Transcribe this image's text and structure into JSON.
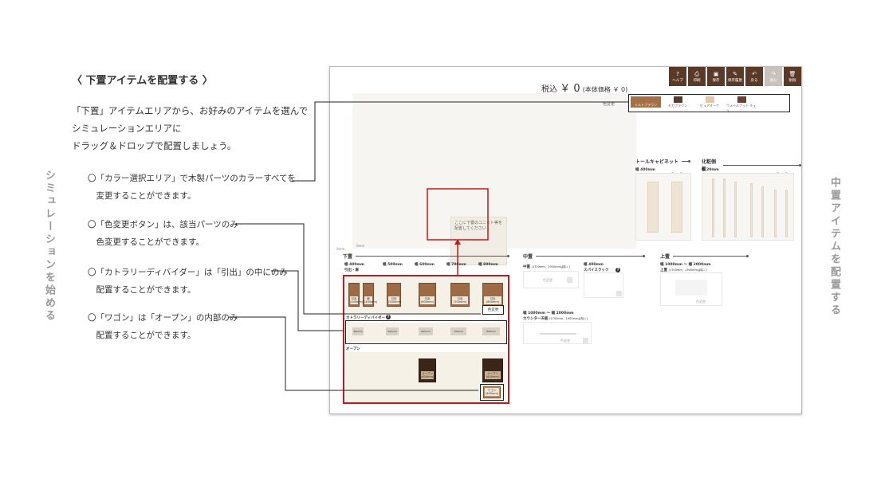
{
  "guide": {
    "title": "〈 下置アイテムを配置する 〉",
    "intro": [
      "「下置」アイテムエリアから、お好みのアイテムを選んで",
      "シミュレーションエリアに",
      "ドラッグ＆ドロップで配置しましょう。"
    ],
    "notes": [
      [
        "〇「カラー選択エリア」で木製パーツのカラーすべてを",
        "　変更することができます。"
      ],
      [
        "〇「色変更ボタン」は、該当パーツのみ",
        "　色変更することができます。"
      ],
      [
        "〇「カトラリーディバイダー」は「引出」の中にのみ",
        "　配置することができます。"
      ],
      [
        "〇「ワゴン」は「オープン」の内部のみ",
        "　配置することができます。"
      ]
    ],
    "side_left": "シミュレーションを始める",
    "side_right": "中置アイテムを配置する"
  },
  "toolbar": [
    {
      "icon": "?",
      "label": "ヘルプ",
      "name": "help",
      "disabled": false
    },
    {
      "icon": "⎙",
      "label": "印刷",
      "name": "print",
      "disabled": false
    },
    {
      "icon": "▣",
      "label": "保存",
      "name": "save",
      "disabled": false
    },
    {
      "icon": "✎",
      "label": "保存履歴",
      "name": "history",
      "disabled": false
    },
    {
      "icon": "↶",
      "label": "戻る",
      "name": "undo",
      "disabled": false
    },
    {
      "icon": "↷",
      "label": "進む",
      "name": "redo",
      "disabled": true
    },
    {
      "icon": "🗑",
      "label": "削除",
      "name": "delete",
      "disabled": false
    }
  ],
  "price": {
    "prefix": "税込",
    "amount": "￥ 0",
    "excl": "(本体価格 ￥ 0)"
  },
  "color_label": "色変更",
  "colors": [
    {
      "label": "ミルトブラウン",
      "color": "#a47046"
    },
    {
      "label": "モカブラウン",
      "color": "#5a3a27"
    },
    {
      "label": "ピュアオーク",
      "color": "#e2c9a0"
    },
    {
      "label": "ウォールナット チェリ",
      "color": "#6b3f2a"
    }
  ],
  "drop_zone": "ここに下置のユニット等を配置してください",
  "mm_left": "0mm",
  "mm_right": "0mm",
  "lower": {
    "title": "下置",
    "widths": [
      "幅 400mm",
      "幅 500mm",
      "幅 600mm",
      "幅 700mm",
      "幅 800mm"
    ],
    "cat_drawer": "引出・扉",
    "drawers": [
      "引出 (400mm)",
      "扉 (400mm)",
      "引出 (500mm)",
      "引出 (600mm)",
      "引出 (700mm)",
      "引出 (800mm)"
    ],
    "change_btn": "色変更",
    "cat_cutlery": "カトラリーディバイダー",
    "cutlery": [
      "400mm",
      "500mm",
      "600mm",
      "700mm",
      "800mm"
    ],
    "cat_open": "オープン",
    "open_items": [
      "オープン (600mm)",
      "オープン (800mm)"
    ],
    "wagon": "ワゴン (800mm)"
  },
  "middle": {
    "title": "中置",
    "sub1": "中置",
    "sub1_note": "(1700mm、1900mmは除く)",
    "spice_w": "幅 400mm",
    "spice": "スパイスラック",
    "counter_range": "幅 1000mm 〜 幅 2000mm",
    "counter": "カウンター天板",
    "counter_note": "(1700mm、1900mmは除く)",
    "color_change": "色変更"
  },
  "upper": {
    "title": "上置",
    "range": "幅 1000mm 〜 幅 2000mm",
    "sub": "上置",
    "note": "(1700mm、1900mmは除く)",
    "color_change": "色変更"
  },
  "tall": {
    "title": "トールキャビネット",
    "width": "幅 400mm",
    "check": "チェック"
  },
  "vanity": {
    "title": "化粧側板",
    "width": "幅 20mm",
    "check": "チェック"
  }
}
